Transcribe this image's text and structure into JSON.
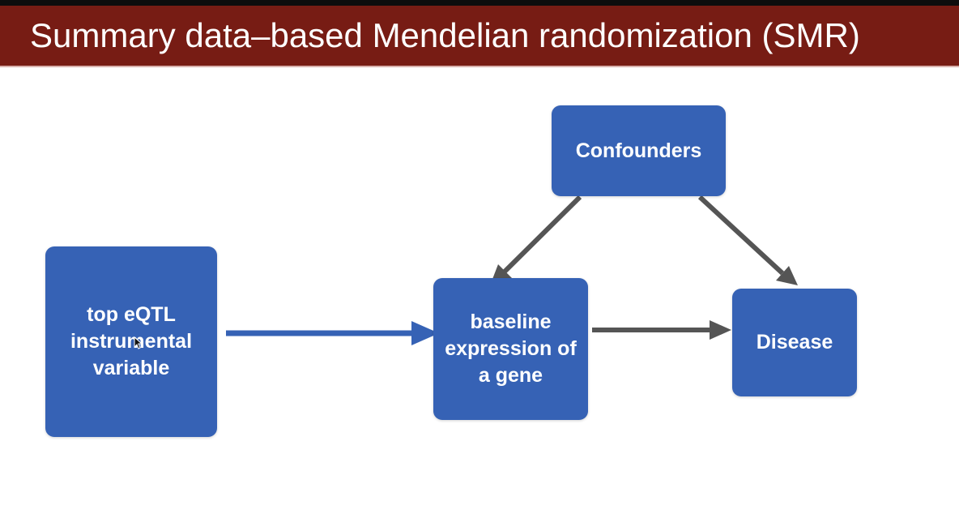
{
  "title": "Summary data–based Mendelian randomization (SMR)",
  "nodes": {
    "eqtl": "top eQTL\ninstrumental\nvariable",
    "expression": "baseline\nexpression of\na gene",
    "confounders": "Confounders",
    "disease": "Disease"
  },
  "colors": {
    "title_bar": "#771c14",
    "node_fill": "#3662b5",
    "blue_arrow": "#3662b5",
    "gray_arrow": "#555555"
  }
}
